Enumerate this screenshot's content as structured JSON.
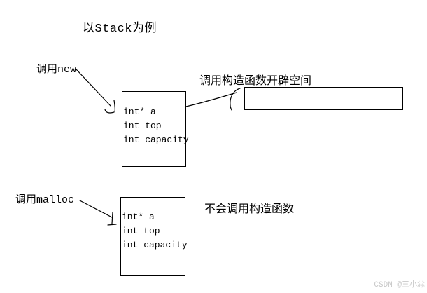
{
  "page": {
    "background_color": "#ffffff",
    "ink_color": "#000000"
  },
  "title": "以Stack为例",
  "diagram": {
    "new_label": "调用new",
    "malloc_label": "调用malloc",
    "constructor_label": "调用构造函数开辟空间",
    "no_constructor_label": "不会调用构造函数",
    "stack_new_box": {
      "fields": [
        "int* a",
        "int top",
        "int capacity"
      ]
    },
    "stack_malloc_box": {
      "fields": [
        "int* a",
        "int top",
        "int capacity"
      ]
    },
    "allocated_space_box": {
      "content": ""
    },
    "arrows": [
      {
        "name": "new-arrow",
        "from": "调用new",
        "to": "stack-new-box"
      },
      {
        "name": "constructor-arrow",
        "from": "int* a",
        "to": "allocated-space-box"
      },
      {
        "name": "malloc-arrow",
        "from": "调用malloc",
        "to": "stack-malloc-box"
      }
    ]
  },
  "watermark": {
    "text": "CSDN @三小尛",
    "color": "#c9c9c9"
  }
}
